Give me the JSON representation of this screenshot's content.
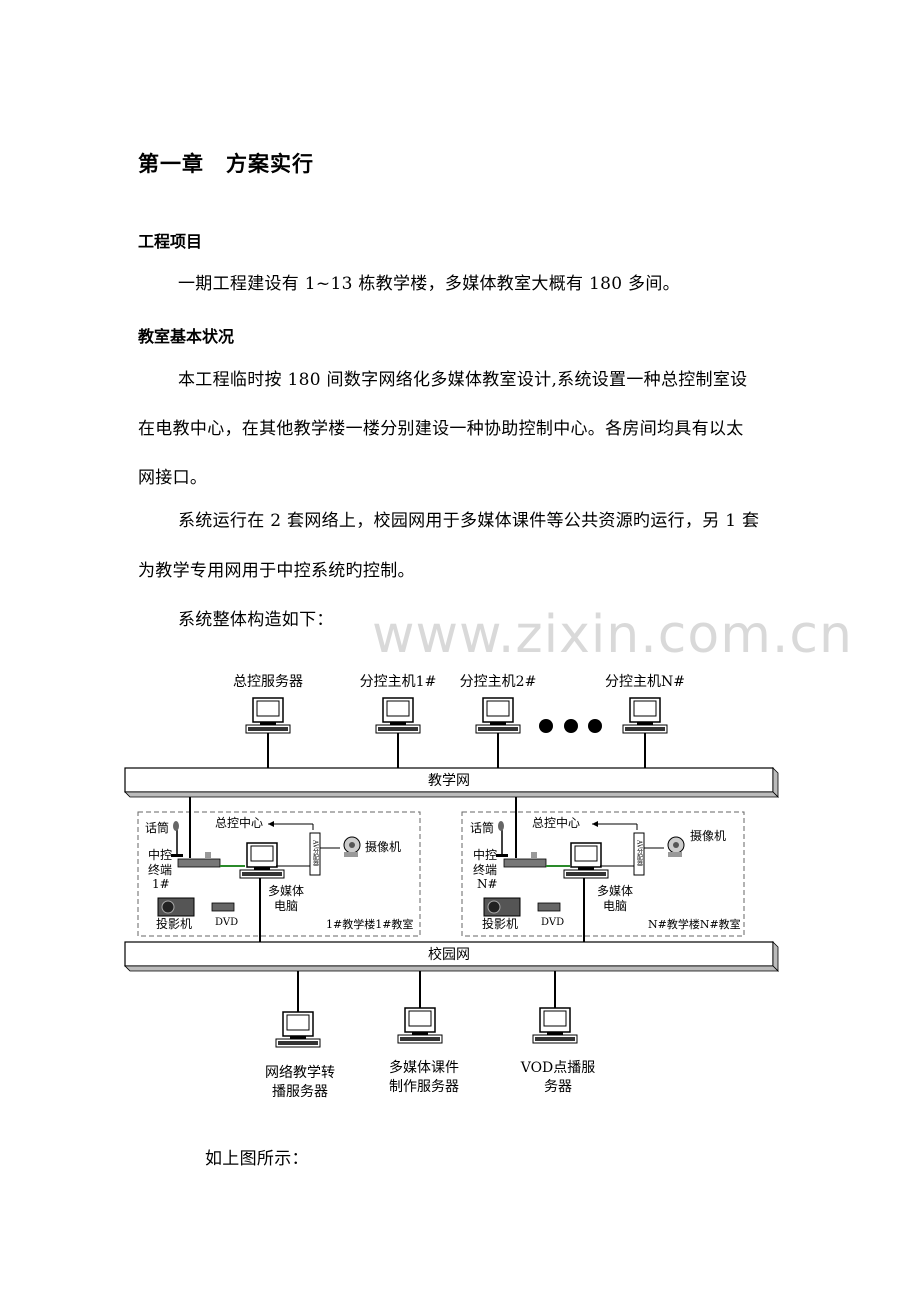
{
  "chapter": {
    "label": "第一章",
    "title": "方案实行"
  },
  "sections": [
    {
      "heading": "工程项目",
      "paragraphs": [
        "一期工程建设有 1~13 栋教学楼，多媒体教室大概有 180 多间。"
      ]
    },
    {
      "heading": "教室基本状况",
      "paragraphs": [
        "本工程临时按 180 间数字网络化多媒体教室设计,系统设置一种总控制室设",
        "在电教中心，在其他教学楼一楼分别建设一种协助控制中心。各房间均具有以太",
        "网接口。",
        "系统运行在 2 套网络上，校园网用于多媒体课件等公共资源旳运行，另 1 套",
        "为教学专用网用于中控系统旳控制。",
        "系统整体构造如下："
      ]
    }
  ],
  "watermark": "www.zixin.com.cn",
  "diagram": {
    "top_servers": [
      "总控服务器",
      "分控主机1#",
      "分控主机2#",
      "分控主机N#"
    ],
    "teaching_net": "教学网",
    "campus_net": "校园网",
    "room1": {
      "mic": "话筒",
      "terminal": [
        "中控",
        "终端",
        "1#"
      ],
      "center": "总控中心",
      "camera": "摄像机",
      "pc": [
        "多媒体",
        "电脑"
      ],
      "projector": "投影机",
      "dvd": "DVD",
      "room": "1#教学楼1#教室",
      "av": "AV分配器"
    },
    "roomN": {
      "mic": "话筒",
      "terminal": [
        "中控",
        "终端",
        "N#"
      ],
      "center": "总控中心",
      "camera": "摄像机",
      "pc": [
        "多媒体",
        "电脑"
      ],
      "projector": "投影机",
      "dvd": "DVD",
      "room": "N#教学楼N#教室",
      "av": "AV分配器"
    },
    "bottom_servers": [
      [
        "网络教学转",
        "播服务器"
      ],
      [
        "多媒体课件",
        "制作服务器"
      ],
      [
        "VOD点播服",
        "务器"
      ]
    ]
  },
  "closing": "如上图所示："
}
